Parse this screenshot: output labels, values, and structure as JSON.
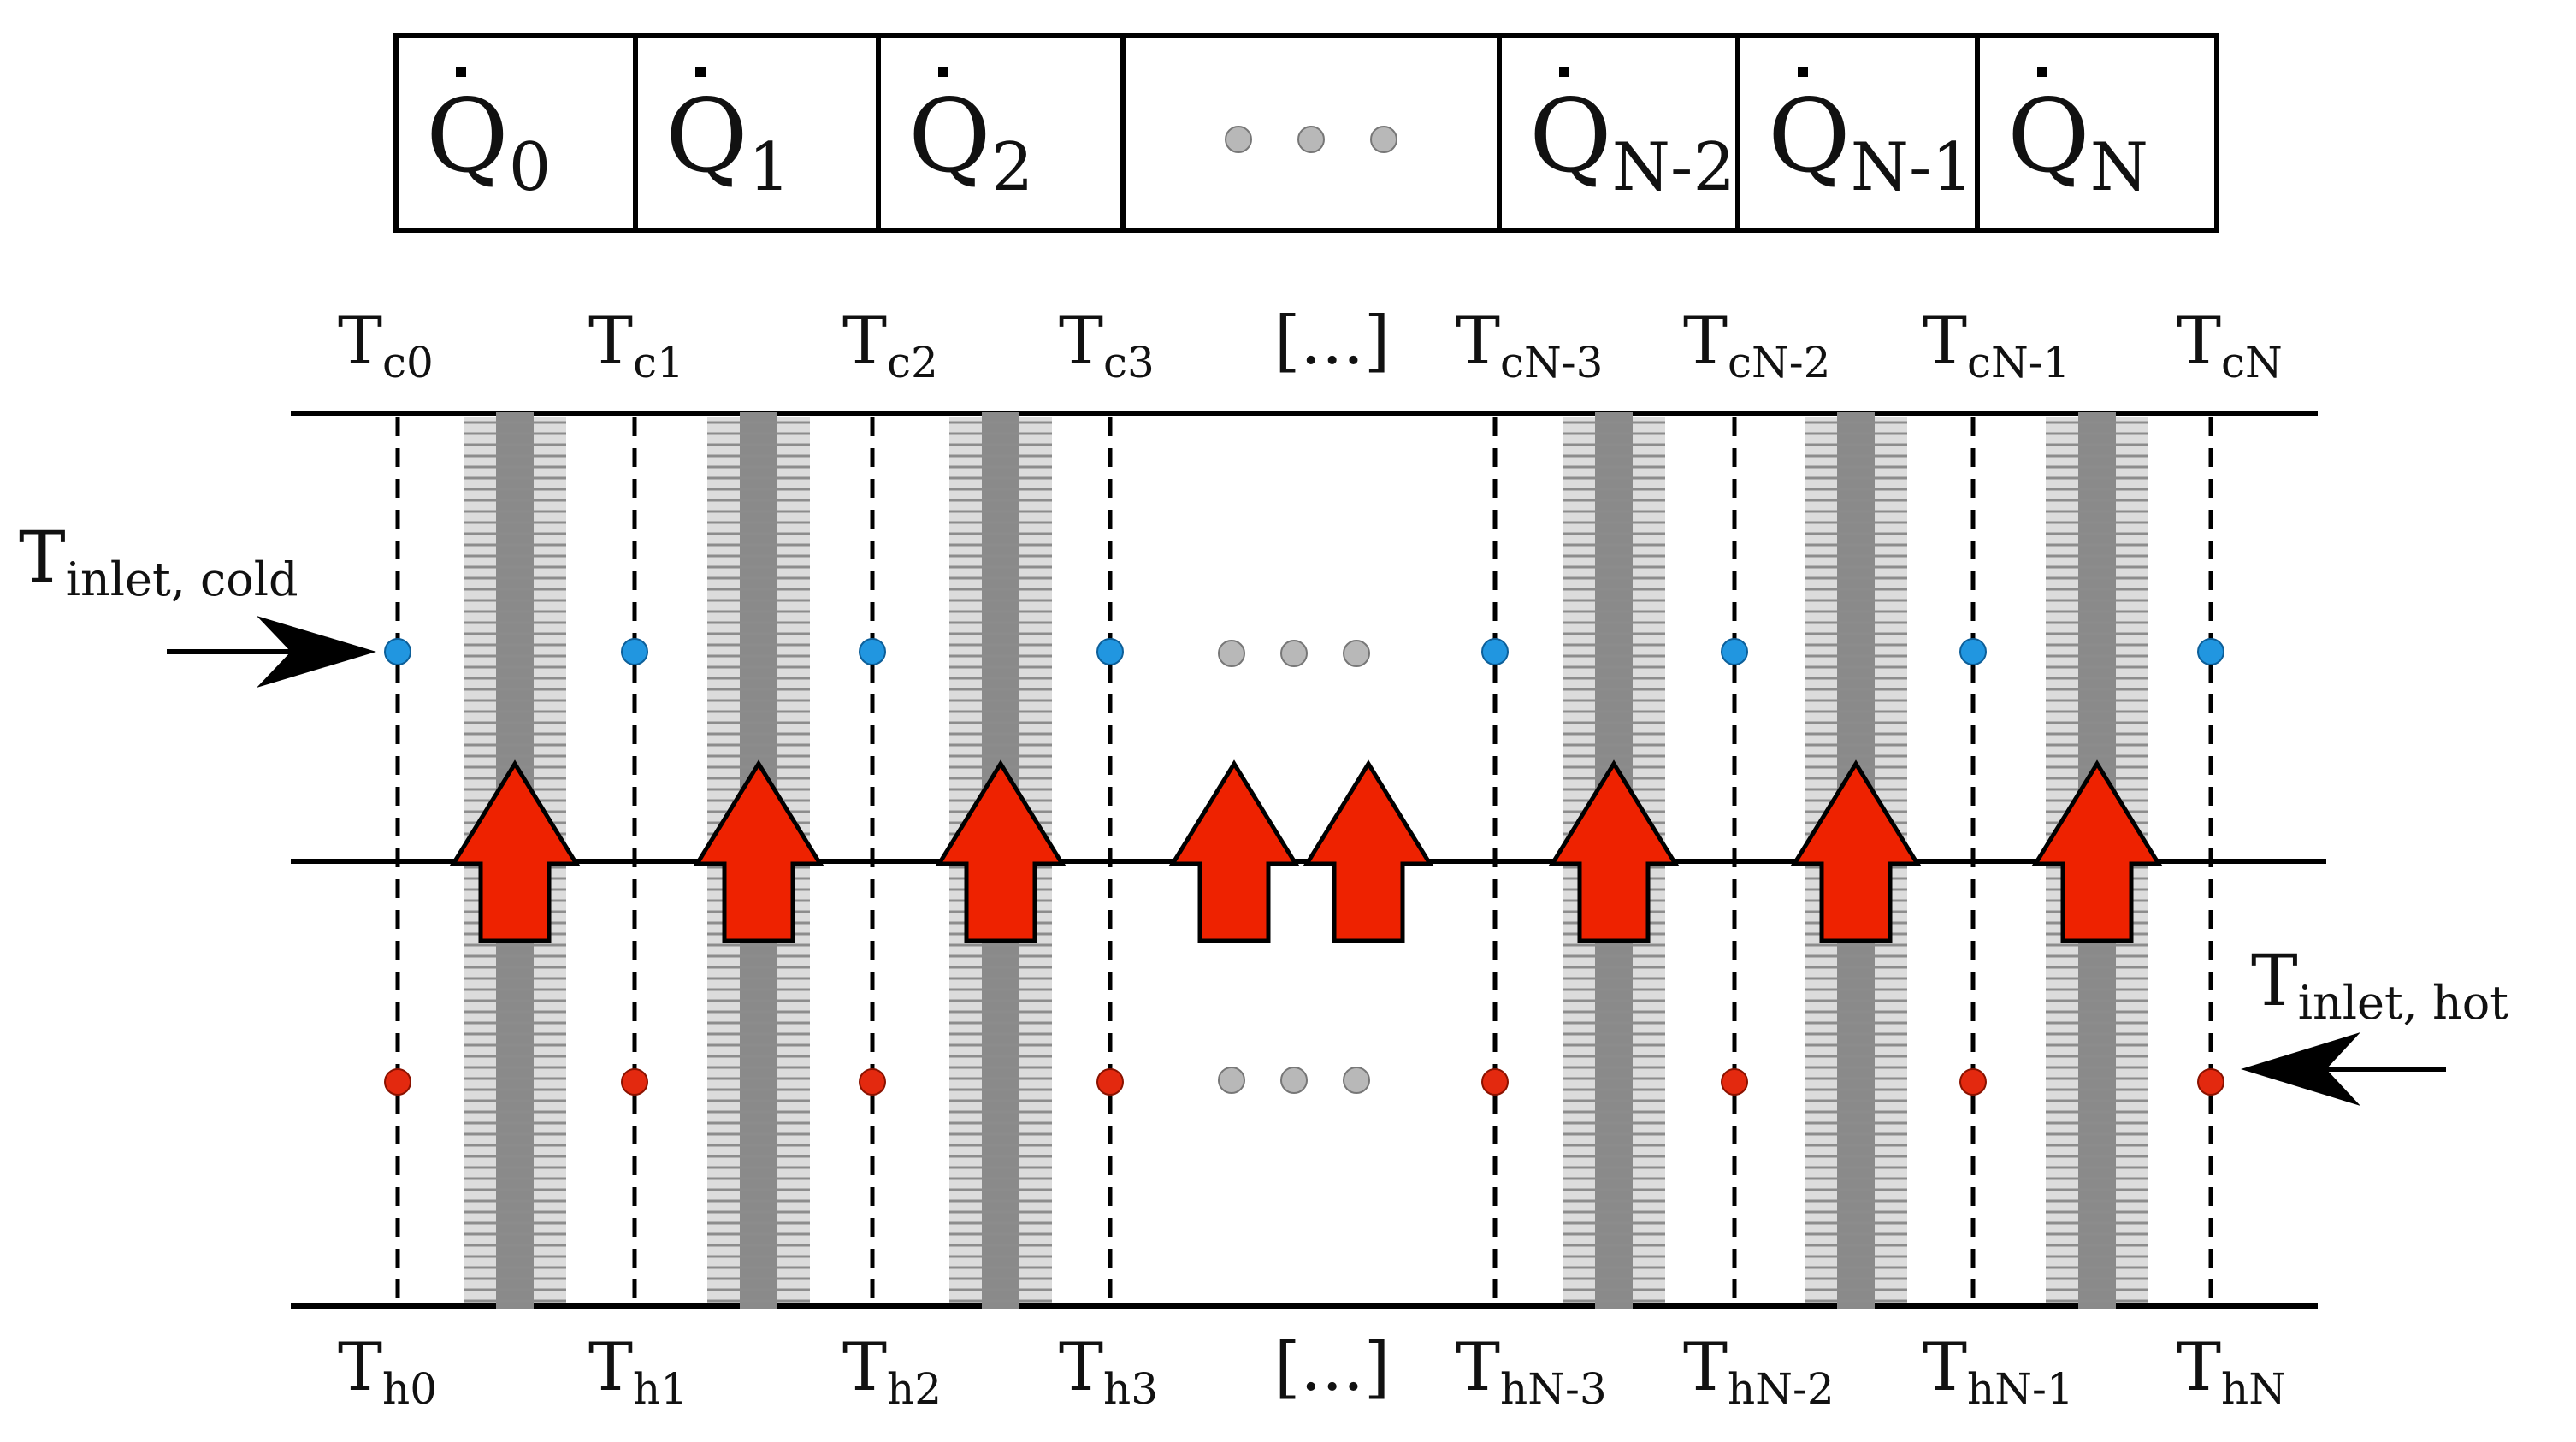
{
  "heat_boxes": [
    {
      "main": "Q",
      "sub": "0"
    },
    {
      "main": "Q",
      "sub": "1"
    },
    {
      "main": "Q",
      "sub": "2"
    },
    {
      "main": "",
      "sub": "",
      "ellipsis": true
    },
    {
      "main": "Q",
      "sub": "N-2"
    },
    {
      "main": "Q",
      "sub": "N-1"
    },
    {
      "main": "Q",
      "sub": "N"
    }
  ],
  "cold_labels": [
    {
      "main": "T",
      "sub": "c0"
    },
    {
      "main": "T",
      "sub": "c1"
    },
    {
      "main": "T",
      "sub": "c2"
    },
    {
      "main": "T",
      "sub": "c3"
    },
    {
      "main": "[...]",
      "sub": ""
    },
    {
      "main": "T",
      "sub": "cN-3"
    },
    {
      "main": "T",
      "sub": "cN-2"
    },
    {
      "main": "T",
      "sub": "cN-1"
    },
    {
      "main": "T",
      "sub": "cN"
    }
  ],
  "hot_labels": [
    {
      "main": "T",
      "sub": "h0"
    },
    {
      "main": "T",
      "sub": "h1"
    },
    {
      "main": "T",
      "sub": "h2"
    },
    {
      "main": "T",
      "sub": "h3"
    },
    {
      "main": "[...]",
      "sub": ""
    },
    {
      "main": "T",
      "sub": "hN-3"
    },
    {
      "main": "T",
      "sub": "hN-2"
    },
    {
      "main": "T",
      "sub": "hN-1"
    },
    {
      "main": "T",
      "sub": "hN"
    }
  ],
  "inlet_cold": {
    "main": "T",
    "sub": "inlet, cold"
  },
  "inlet_hot": {
    "main": "T",
    "sub": "inlet, hot"
  },
  "colors": {
    "cold_node": "#2196e0",
    "hot_node": "#e3290f",
    "gap_node": "#b8b8b8",
    "heat_arrow": "#ee2200",
    "plate": "#8a8a8a"
  }
}
